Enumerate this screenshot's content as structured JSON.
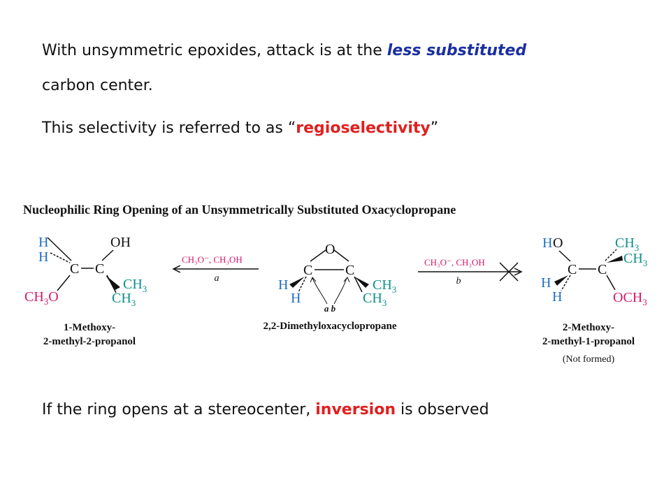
{
  "slide": {
    "line1_before": "With unsymmetric epoxides, attack is at the ",
    "line1_emph": "less substituted",
    "line2": "carbon center.",
    "line3_before": "This selectivity is referred to as “",
    "line3_emph": "regioselectivity",
    "line3_after": "”",
    "line4_before": "If the ring opens at a stereocenter, ",
    "line4_emph": "inversion",
    "line4_after": " is observed"
  },
  "scheme": {
    "title": "Nucleophilic Ring Opening of an Unsymmetrically Substituted Oxacyclopropane",
    "reagent_left": "CH₃O⁻, CH₃OH",
    "reagent_left_path": "a",
    "reagent_right": "CH₃O⁻, CH₃OH",
    "reagent_right_path": "b",
    "attack_labels": "a  b",
    "product_left_name_1": "1-Methoxy-",
    "product_left_name_2": "2-methyl-2-propanol",
    "reactant_name": "2,2-Dimethyloxacyclopropane",
    "product_right_name_1": "2-Methoxy-",
    "product_right_name_2": "2-methyl-1-propanol",
    "product_right_note": "(Not formed)"
  },
  "colors": {
    "title_blue": "#1a2fa0",
    "emphasis_red": "#e0201f",
    "hydrogen_blue": "#1f6fc6",
    "methyl_teal": "#0f8f8a",
    "methoxy_pink": "#d6186e"
  }
}
